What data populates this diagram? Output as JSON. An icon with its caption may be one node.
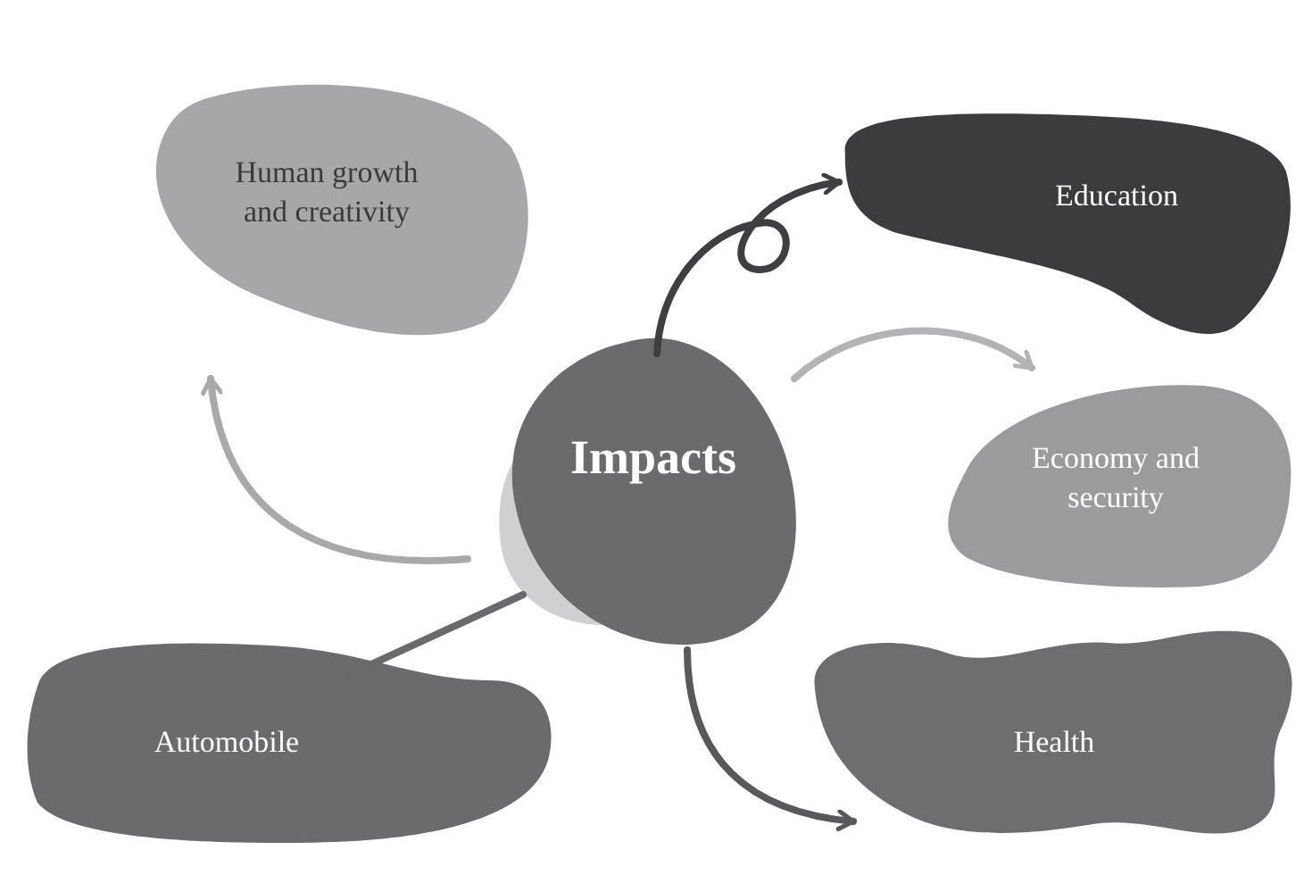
{
  "diagram": {
    "nodes": [
      {
        "text": [
          "Impacts"
        ]
      },
      {
        "text": [
          "Human growth and creativity"
        ]
      },
      {
        "text": [
          "Education"
        ]
      },
      {
        "text": [
          "Economy and security"
        ]
      },
      {
        "text": [
          "Automobile"
        ]
      },
      {
        "text": [
          "Health"
        ]
      }
    ],
    "edges": [
      {
        "from": 0,
        "to": 2,
        "arrow": "to",
        "color": "#3f3f41"
      },
      {
        "from": 0,
        "to": 3,
        "arrow": "to",
        "color": "#b3b3b5"
      },
      {
        "from": 0,
        "to": 1,
        "arrow": "to",
        "color": "#a9a9ab"
      },
      {
        "from": 0,
        "to": 4,
        "arrow": "to",
        "color": "#6a6a6c"
      },
      {
        "from": 0,
        "to": 5,
        "arrow": "to",
        "color": "#59595b"
      }
    ]
  }
}
